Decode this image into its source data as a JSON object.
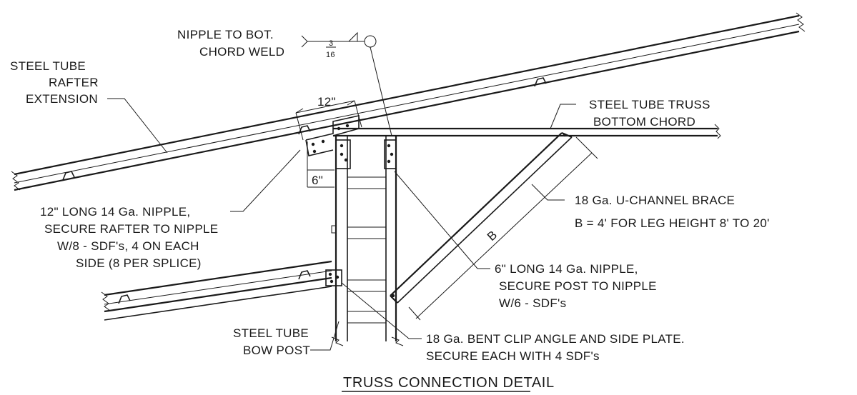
{
  "title": "TRUSS CONNECTION DETAIL",
  "weld_note": {
    "line1": "NIPPLE TO BOT.",
    "line2": "CHORD WELD",
    "size_num": "3",
    "size_den": "16"
  },
  "rafter_extension": {
    "line1": "STEEL TUBE",
    "line2": "RAFTER",
    "line3": "EXTENSION"
  },
  "dim_12": "12\"",
  "dim_6": "6\"",
  "dim_b": "B",
  "bottom_chord": {
    "line1": "STEEL TUBE TRUSS",
    "line2": "BOTTOM CHORD"
  },
  "brace": {
    "line1": "18 Ga. U-CHANNEL BRACE",
    "line2": "B = 4' FOR LEG HEIGHT 8' TO 20'"
  },
  "nipple_12": {
    "line1": "12\" LONG 14 Ga. NIPPLE,",
    "line2": "SECURE RAFTER TO NIPPLE",
    "line3": "W/8 - SDF's, 4 ON EACH",
    "line4": "SIDE (8 PER SPLICE)"
  },
  "nipple_6": {
    "line1": "6\" LONG 14 Ga. NIPPLE,",
    "line2": "SECURE POST TO NIPPLE",
    "line3": "W/6 - SDF's"
  },
  "bow_post": {
    "line1": "STEEL TUBE",
    "line2": "BOW POST"
  },
  "clip": {
    "line1": "18 Ga. BENT CLIP ANGLE AND SIDE PLATE.",
    "line2": "SECURE EACH WITH 4 SDF's"
  },
  "colors": {
    "ink": "#1a1a1a",
    "paper": "#ffffff"
  }
}
